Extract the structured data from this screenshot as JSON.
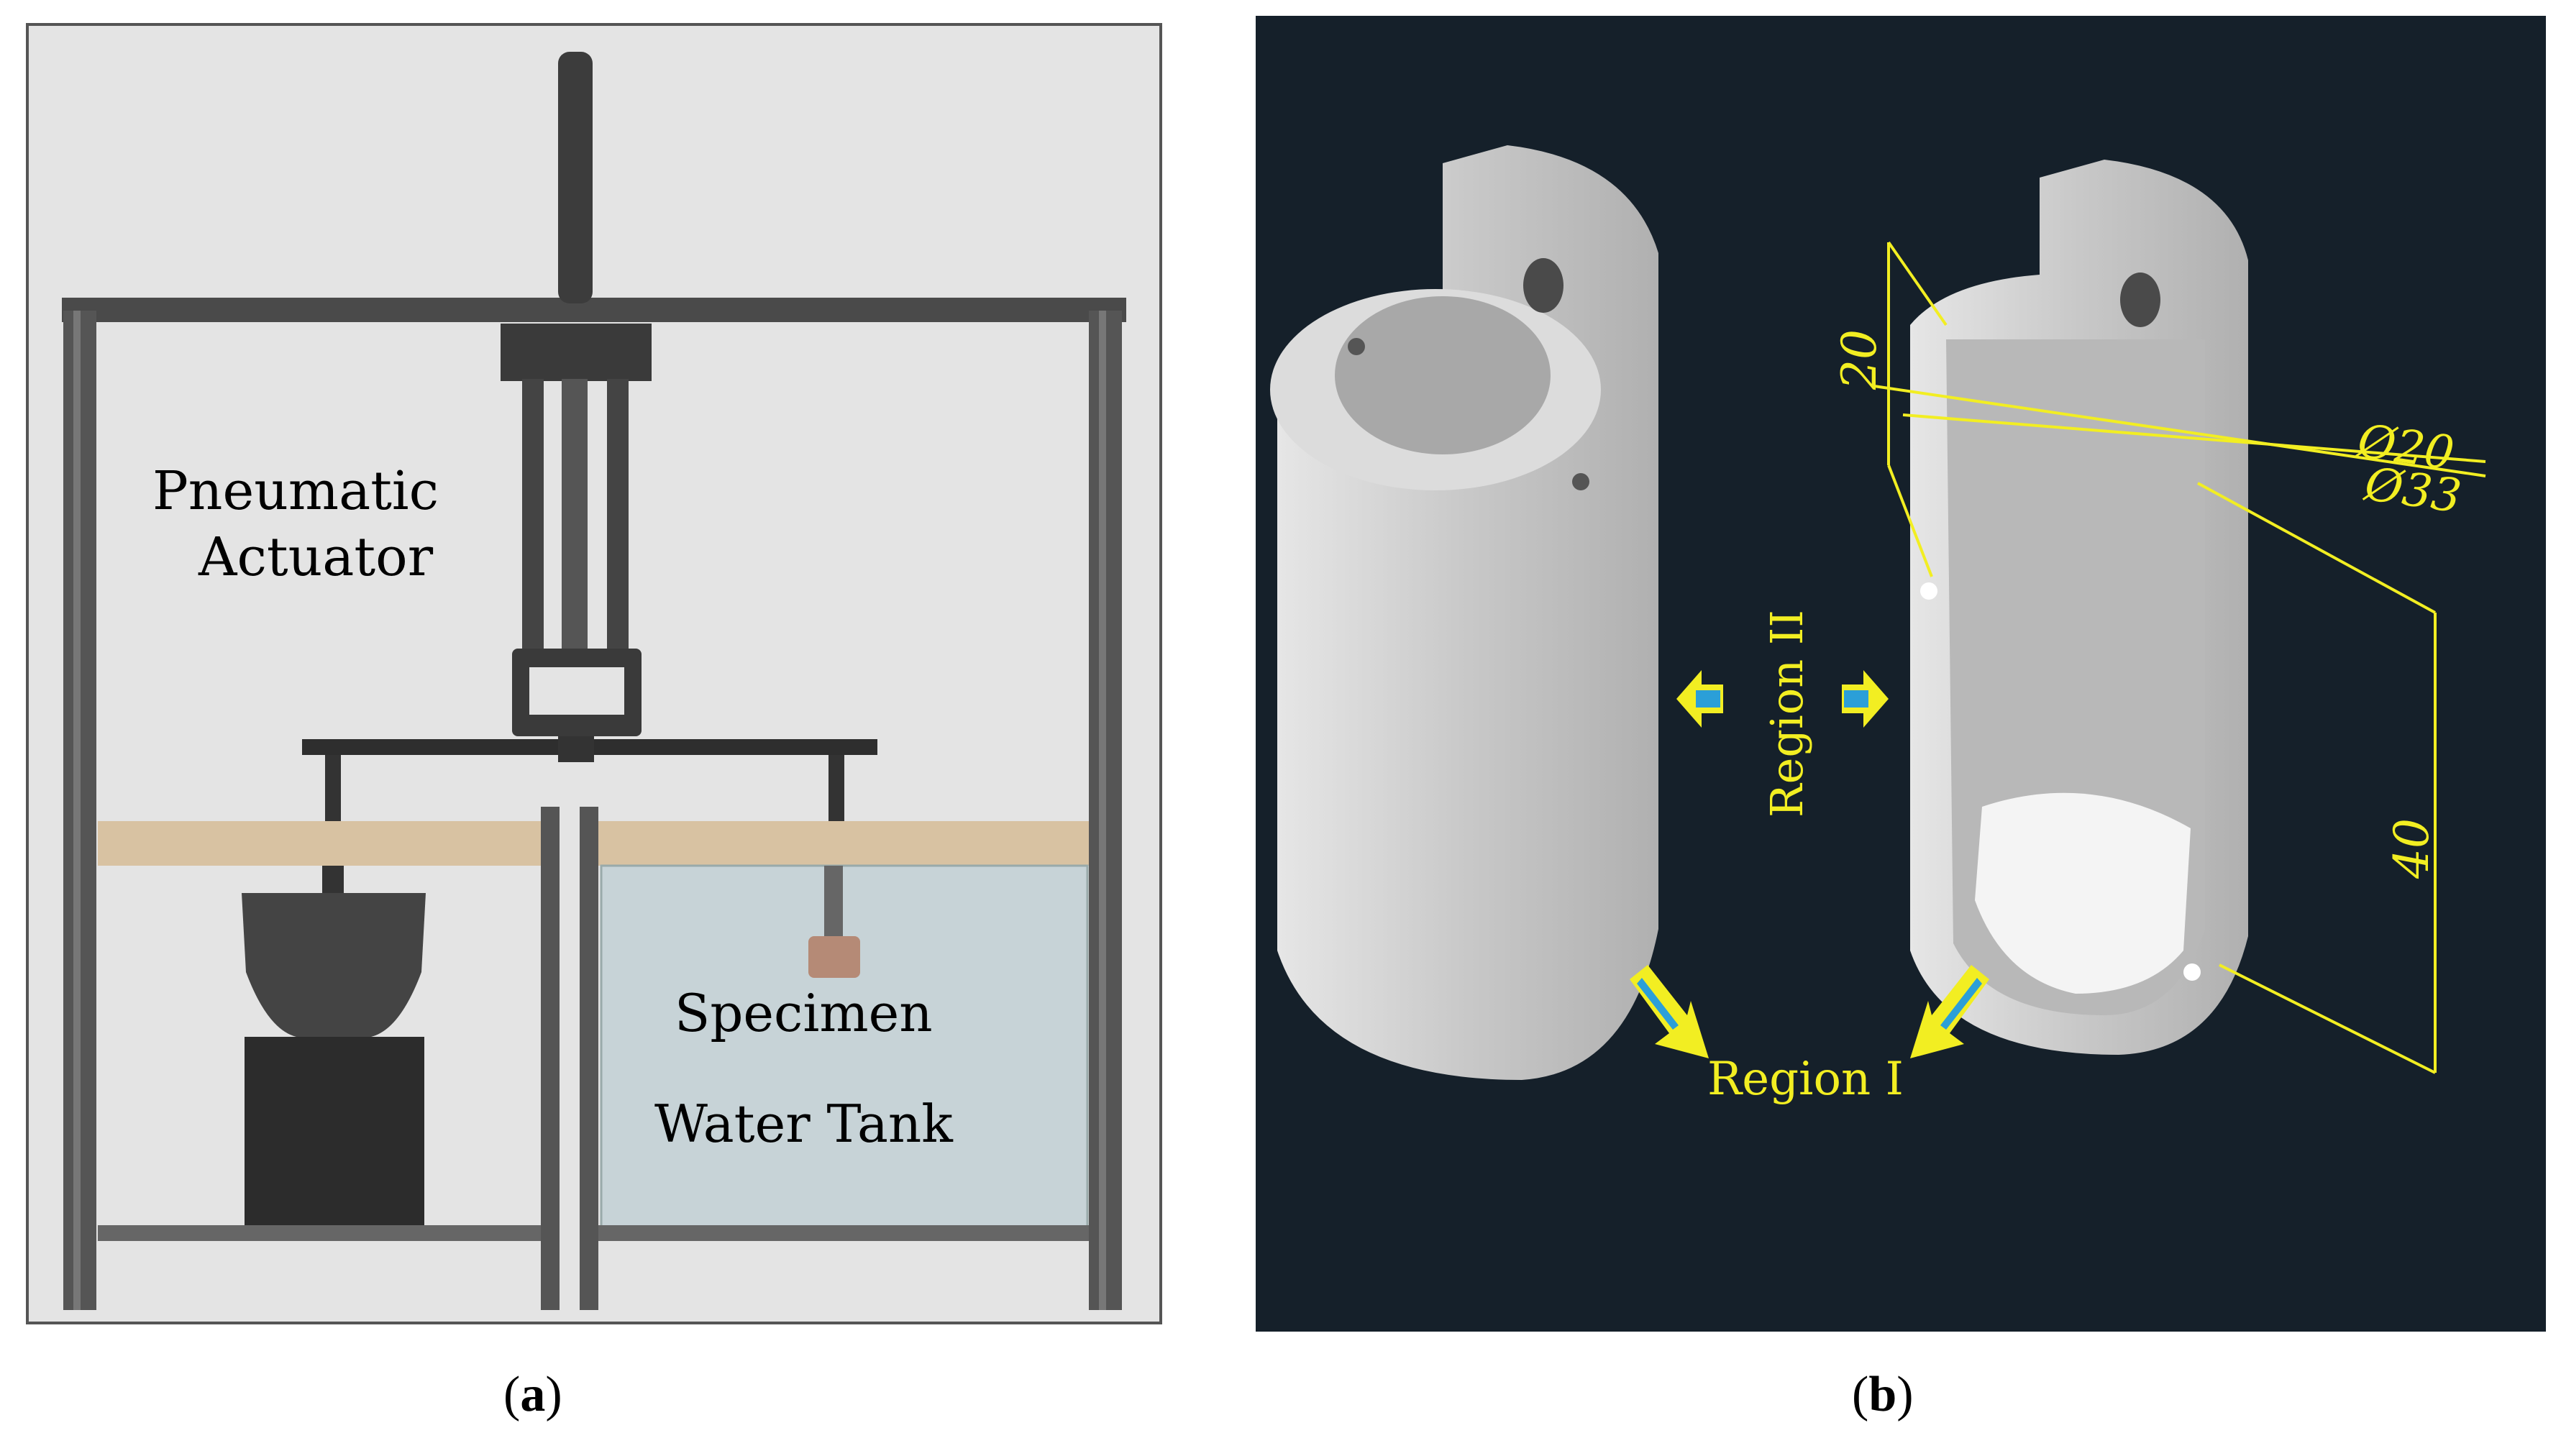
{
  "panel_a": {
    "labels": {
      "actuator_line1": "Pneumatic",
      "actuator_line2": "Actuator",
      "specimen": "Specimen",
      "water_tank": "Water Tank"
    },
    "caption": {
      "open": "(",
      "letter": "a",
      "close": ")"
    },
    "colors": {
      "background": "#e4e4e4",
      "frame": "#4a4a4a",
      "shelf": "#d8c2a2",
      "water": "#c7d3d7"
    }
  },
  "panel_b": {
    "dimensions": {
      "height_top": "20",
      "dia_inner": "Ø20",
      "dia_outer": "Ø33",
      "height_bottom": "40"
    },
    "region_labels": {
      "region_2": "Region II",
      "region_1": "Region I"
    },
    "caption": {
      "open": "(",
      "letter": "b",
      "close": ")"
    },
    "colors": {
      "background": "#15202a",
      "annotation": "#f2ee22",
      "arrow_fill": "#2b9fd8"
    }
  }
}
